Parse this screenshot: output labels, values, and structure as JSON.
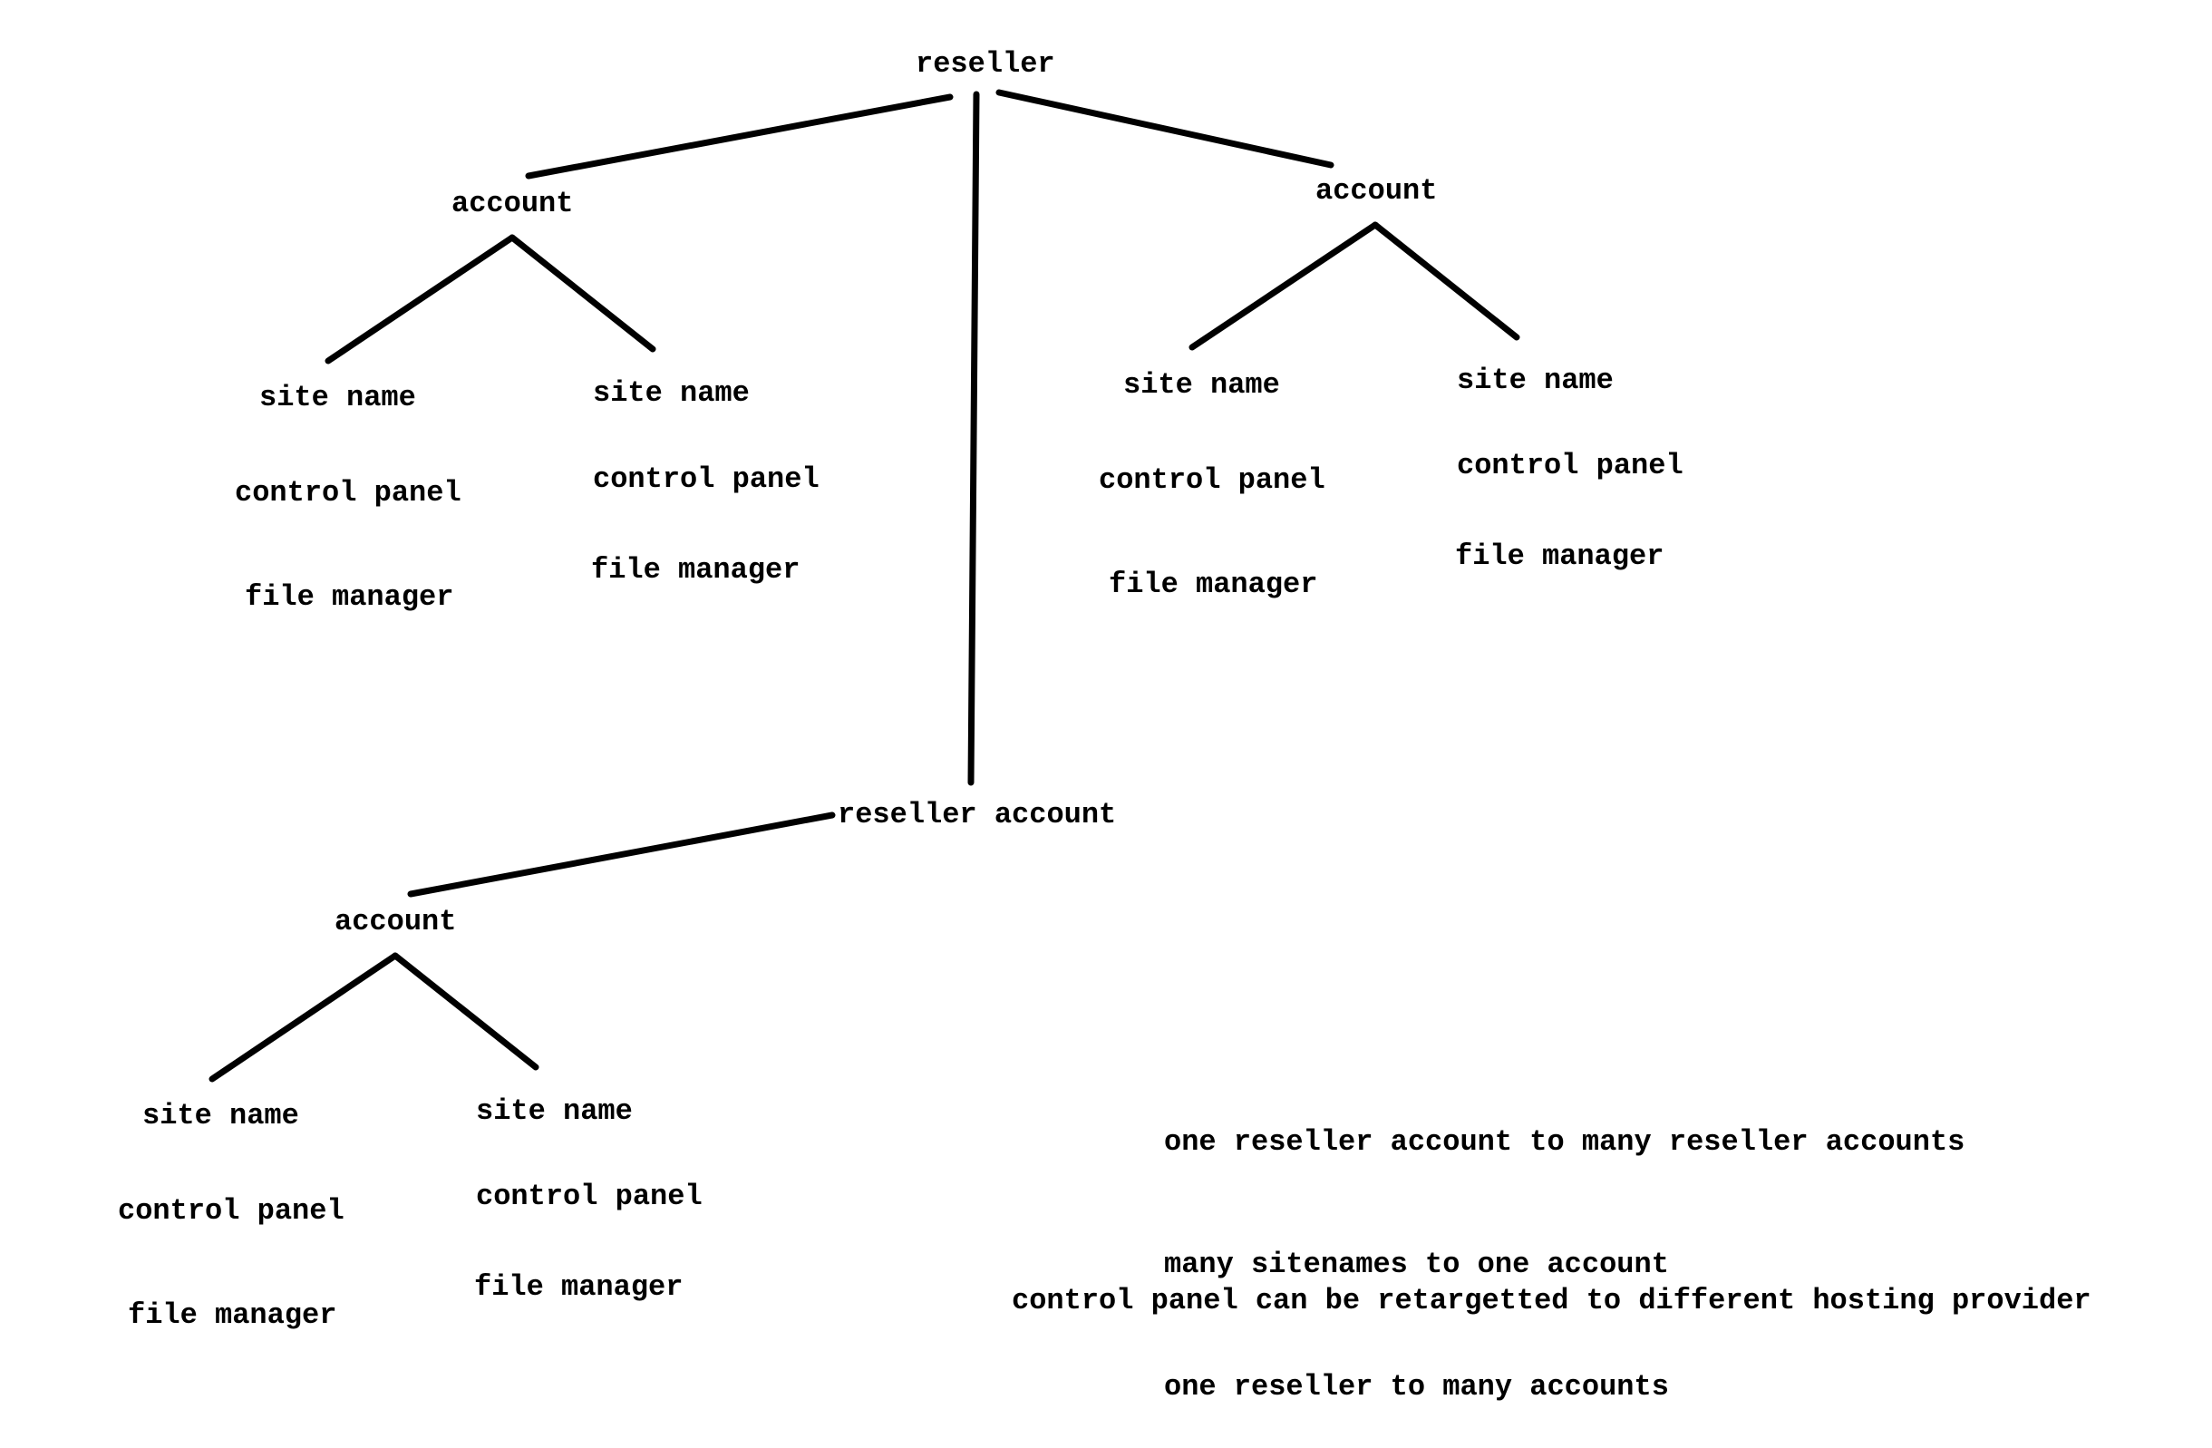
{
  "diagram": {
    "root": {
      "label": "reseller",
      "children": [
        {
          "label": "account",
          "sites": [
            {
              "site": "site name",
              "panel": "control panel",
              "files": "file manager"
            },
            {
              "site": "site name",
              "panel": "control panel",
              "files": "file manager"
            }
          ]
        },
        {
          "label": "account",
          "sites": [
            {
              "site": "site name",
              "panel": "control panel",
              "files": "file manager"
            },
            {
              "site": "site name",
              "panel": "control panel",
              "files": "file manager"
            }
          ]
        }
      ],
      "sub_reseller": {
        "label": "reseller account",
        "children": [
          {
            "label": "account",
            "sites": [
              {
                "site": "site name",
                "panel": "control panel",
                "files": "file manager"
              },
              {
                "site": "site name",
                "panel": "control panel",
                "files": "file manager"
              }
            ]
          }
        ]
      }
    },
    "relationship_notes": [
      "one reseller account to many reseller accounts",
      "many sitenames to one account",
      "one reseller to many accounts"
    ],
    "footnote": "control panel can be retargetted to different hosting provider",
    "line_color": "#000000"
  }
}
